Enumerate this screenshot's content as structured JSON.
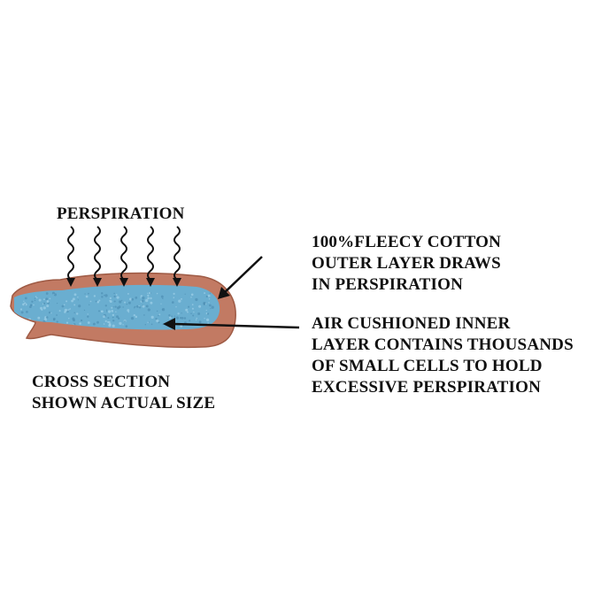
{
  "labels": {
    "perspiration": "PERSPIRATION",
    "outer_layer": [
      "100%FLEECY COTTON",
      "OUTER LAYER DRAWS",
      "IN PERSPIRATION"
    ],
    "inner_layer": [
      "AIR CUSHIONED INNER",
      "LAYER CONTAINS THOUSANDS",
      "OF SMALL CELLS TO HOLD",
      "EXCESSIVE PERSPIRATION"
    ],
    "cross_section": [
      "CROSS SECTION",
      "SHOWN ACTUAL SIZE"
    ]
  },
  "colors": {
    "outer_layer": "#c27a63",
    "outer_layer_edge": "#9e5a44",
    "inner_layer": "#6aaed0",
    "inner_layer_dots": "#4f8fb3",
    "text": "#111111"
  }
}
